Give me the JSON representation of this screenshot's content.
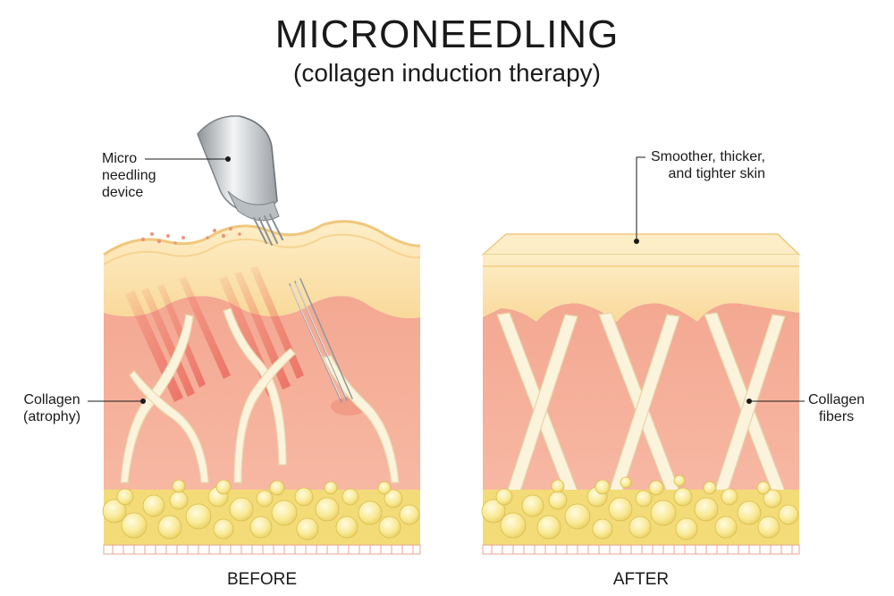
{
  "title": "MICRONEEDLING",
  "subtitle": "(collagen induction therapy)",
  "before": {
    "caption": "BEFORE",
    "device_label": [
      "Micro",
      "needling",
      "device"
    ],
    "collagen_label": [
      "Collagen",
      "(atrophy)"
    ]
  },
  "after": {
    "caption": "AFTER",
    "skin_label": [
      "Smoother, thicker,",
      "and tighter skin"
    ],
    "collagen_label": [
      "Collagen",
      "fibers"
    ]
  },
  "colors": {
    "epidermis": "#fbe2a8",
    "dermis": "#f6b29e",
    "collagen": "#fbf3dc",
    "fat": "#f7e58a",
    "device": "#c9cdd1"
  },
  "icons": {
    "device": "microneedling-pen-icon"
  }
}
